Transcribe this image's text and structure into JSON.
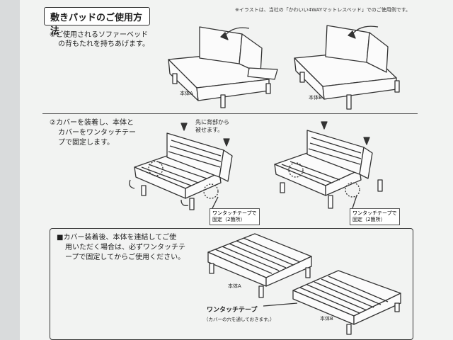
{
  "header": {
    "title": "敷きパッドのご使用方法"
  },
  "note": "※イラストは、当社の「かわいい4WAYマットレスベッド」でのご使用例です。",
  "step1": {
    "line1": "①ご使用されるソファーベッド",
    "line2": "の背もたれを持ちあげます。",
    "label_a": "本体A",
    "label_b": "本体B"
  },
  "step2": {
    "line1": "②カバーを装着し、本体と",
    "line2": "カバーをワンタッチテー",
    "line3": "プで固定します。",
    "callout1": "先に背部から",
    "callout2": "被せます。",
    "tape_label1": "ワンタッチテープで",
    "tape_label2": "固定（2箇所）",
    "tape_label_b1": "ワンタッチテープで",
    "tape_label_b2": "固定（2箇所）"
  },
  "step3": {
    "line1": "■カバー装着後、本体を連結してご使",
    "line2": "用いただく場合は、必ずワンタッチテ",
    "line3": "ープで固定してからご使用ください。",
    "label_a": "本体A",
    "label_b": "本体B",
    "tape_title": "ワンタッチテープ",
    "tape_sub": "（カバーの穴を通しておきます。）"
  }
}
